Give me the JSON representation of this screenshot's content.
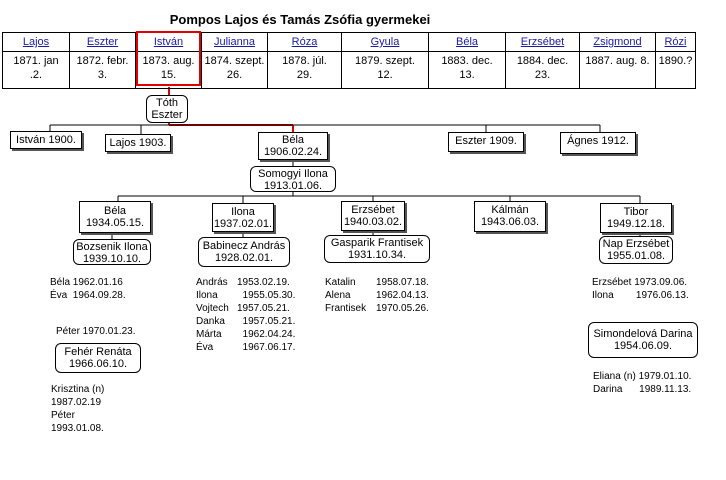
{
  "title": "Pompos Lajos és Tamás Zsófia gyermekei",
  "siblings": [
    {
      "name": "Lajos",
      "date": "1871. jan\n.2."
    },
    {
      "name": "Eszter",
      "date": "1872. febr.\n3."
    },
    {
      "name": "István",
      "date": "1873. aug.\n15."
    },
    {
      "name": "Julianna",
      "date": "1874. szept.\n26."
    },
    {
      "name": "Róza",
      "date": "1878. júl.\n29."
    },
    {
      "name": "Gyula",
      "date": "1879. szept.\n12."
    },
    {
      "name": "Béla",
      "date": "1883. dec.\n13."
    },
    {
      "name": "Erzsébet",
      "date": "1884. dec.\n23."
    },
    {
      "name": "Zsigmond",
      "date": "1887. aug. 8."
    },
    {
      "name": "Rózi",
      "date": "1890.?"
    }
  ],
  "spouse_istvan": "Tóth\nEszter",
  "children": {
    "istvan": "István 1900.",
    "lajos": "Lajos 1903.",
    "bela": "Béla\n1906.02.24.",
    "eszter": "Eszter 1909.",
    "agnes": "Ágnes 1912."
  },
  "bela_spouse": "Somogyi Ilona\n1913.01.06.",
  "grandchildren": {
    "bela": "Béla\n1934.05.15.",
    "ilona": "Ilona\n1937.02.01.",
    "erzsebet": "Erzsébet\n1940.03.02.",
    "kalman": "Kálmán\n1943.06.03.",
    "tibor": "Tibor\n1949.12.18."
  },
  "grandchild_spouses": {
    "bela": "Bozsenik Ilona\n1939.10.10.",
    "ilona": "Babinecz András\n1928.02.01.",
    "erzsebet": "Gasparik Frantisek\n1931.10.34.",
    "tibor": "Nap Erzsébet\n1955.01.08."
  },
  "great_grandchildren": {
    "bela": "Béla 1962.01.16\nÉva  1964.09.28.",
    "ilona_names": "András\nIlona\nVojtech\nDanka\nMárta\nÉva",
    "ilona_dates": "1953.02.19.\n  1955.05.30.\n1957.05.21.\n  1957.05.21.\n  1962.04.24.\n  1967.06.17.",
    "erzsebet_names": "Katalin\nAlena\nFrantisek",
    "erzsebet_dates": "1958.07.18.\n1962.04.13.\n1970.05.26.",
    "tibor": "Erzsébet 1973.09.06.\nIlona        1976.06.13.",
    "peter": "Péter 1970.01.23."
  },
  "peter_spouse": "Fehér Renáta\n1966.06.10.",
  "erzsebet_spouse": "Simondelová Darina\n1954.06.09.",
  "peter_children": "Krisztina (n)\n1987.02.19\nPéter\n1993.01.08.",
  "erzsebet_children": "Eliana (n) 1979.01.10.\nDarina      1989.11.13.",
  "colors": {
    "highlight": "#e00000",
    "link": "#1a1aa6"
  }
}
